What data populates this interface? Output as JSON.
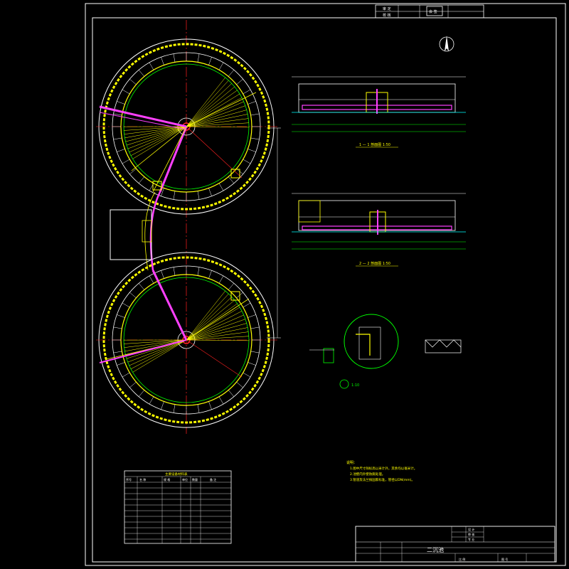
{
  "drawing": {
    "title_block": {
      "drawing_name": "二沉池",
      "scale_labels": [
        "比 例",
        "图 号"
      ],
      "right_labels": [
        "设 计",
        "审 核",
        "专 业"
      ]
    },
    "top_right_block": {
      "cell_labels": [
        "审 定",
        "校 核"
      ],
      "stamp": "会 签"
    },
    "sections": [
      {
        "label": "1 — 1 剖面图  1:50"
      },
      {
        "label": "2 — 2 剖面图  1:50"
      }
    ],
    "detail_label": "1:10",
    "notes": {
      "heading": "说明：",
      "lines": [
        "1.图中尺寸除标高以米计外，其余均以毫米计。",
        "2.池壁内外壁防腐处理。",
        "3.管道及法兰按国家标准，管径以DN(mm)。"
      ]
    },
    "material_table": {
      "title": "主要设备材料表",
      "headers": [
        "序号",
        "名 称",
        "规 格",
        "单位",
        "数量",
        "备 注"
      ]
    },
    "colors": {
      "frame": "#ffffff",
      "red": "#ff2020",
      "yellow": "#ffff00",
      "green": "#00ff00",
      "cyan": "#00ffff",
      "magenta": "#ff40ff",
      "white": "#ffffff"
    }
  }
}
